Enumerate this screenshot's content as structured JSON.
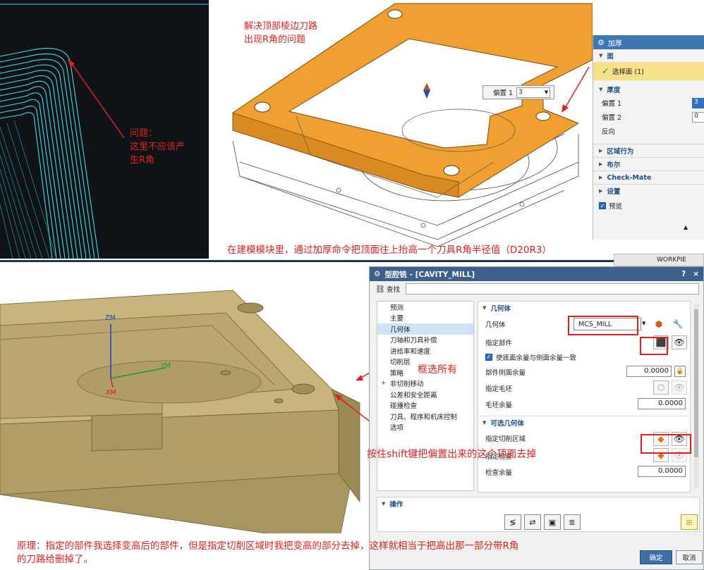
{
  "annotations": {
    "problem_lines": [
      "问题：",
      "这里不应该产",
      "生R角"
    ],
    "top_title_lines": [
      "解决顶部棱边刀路",
      "出现R角的问题"
    ],
    "top_caption": "在建模模块里，通过加厚命令把顶面往上抬高一个刀具R角半径值（D20R3）",
    "select_all": "框选所有",
    "shift_note": "按住shift键把偏置出来的这个顶面去掉",
    "principle_lines": [
      "原理：指定的部件我选择变高后的部件，但是指定切削区域时我把变高的部分去掉，这样就相当于把高出那一部分带R角",
      "的刀路给删掉了。"
    ]
  },
  "top_model": {
    "offset_label": "偏置 1",
    "offset_value": "3"
  },
  "thicken_dialog": {
    "title": "加厚",
    "face_section": "面",
    "select_face": "选择面 (1)",
    "thickness_section": "厚度",
    "offset1_label": "偏置 1",
    "offset1_value": "3",
    "offset2_label": "偏置 2",
    "offset2_value": "0",
    "reverse_label": "反向",
    "collapsed_sections": [
      "区域行为",
      "布尔",
      "Check-Mate",
      "设置"
    ],
    "preview_label": "预览"
  },
  "bottom_model": {
    "axis_zm": "ZM",
    "axis_ym": "YM",
    "axis_xm": "XM"
  },
  "background_window": {
    "label": "WORKPIE"
  },
  "cavity_dialog": {
    "title": "型腔铣 - [CAVITY_MILL]",
    "help": "?",
    "close": "×",
    "find_label": "查找",
    "tree_items": [
      {
        "label": "预测",
        "plus": false
      },
      {
        "label": "主要",
        "plus": false
      },
      {
        "label": "几何体",
        "plus": false,
        "selected": true
      },
      {
        "label": "刀轴和刀具补偿",
        "plus": false
      },
      {
        "label": "进给率和速度",
        "plus": false
      },
      {
        "label": "切削层",
        "plus": false
      },
      {
        "label": "策略",
        "plus": false
      },
      {
        "label": "非切削移动",
        "plus": true
      },
      {
        "label": "公差和安全距离",
        "plus": false
      },
      {
        "label": "碰撞检查",
        "plus": false
      },
      {
        "label": "刀具、程序和机床控制",
        "plus": false
      },
      {
        "label": "选项",
        "plus": false
      }
    ],
    "geometry_section": "几何体",
    "geometry_label": "几何体",
    "geometry_value": "MCS_MILL",
    "specify_part": "指定部件",
    "use_floor_same": "使底面余量与侧面余量一致",
    "part_side_stock_label": "部件侧面余量",
    "part_side_stock_value": "0.0000",
    "specify_blank": "指定毛坯",
    "blank_stock_label": "毛坯余量",
    "blank_stock_value": "0.0000",
    "optional_geometry_section": "可选几何体",
    "specify_cut_area": "指定切削区域",
    "specify_check": "指定检查",
    "check_stock_label": "检查余量",
    "check_stock_value": "0.0000",
    "operation_section": "操作",
    "ok_button": "确定",
    "cancel_button": "取消"
  },
  "colors": {
    "orange_face": "#f0a030",
    "toolpath_cyan": "#3fe8ec",
    "part_khaki": "#b8a46e",
    "annotation_red": "#e02020",
    "dialog_blue": "#3d5f8b"
  }
}
